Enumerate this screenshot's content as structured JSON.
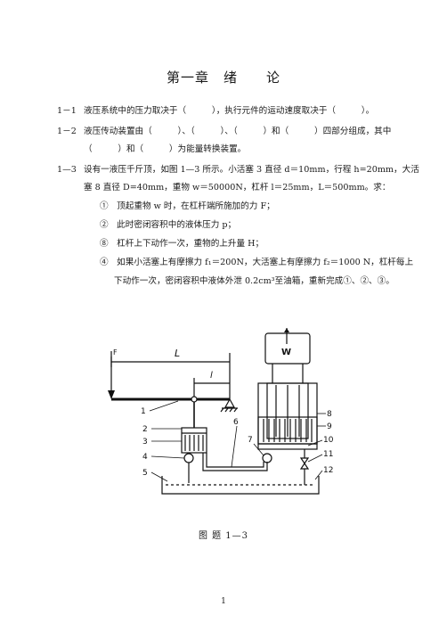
{
  "title": "第一章　绪　　论",
  "questions": [
    {
      "number": "1－1",
      "lines": [
        "液压系统中的压力取决于（　　　），执行元件的运动速度取决于（　　　）。"
      ]
    },
    {
      "number": "1－2",
      "lines": [
        "液压传动装置由（　　　）、（　　　）、（　　　）和（　　　）四部分组成，其中",
        "（　　　）和（　　　）为能量转换装置。"
      ]
    },
    {
      "number": "1—3",
      "lines": [
        "设有一液压千斤顶，如图 1—3 所示。小活塞 3 直径 d＝10mm，行程 h=20mm，大活",
        "塞 8 直径 D=40mm，重物 w＝50000N，杠杆 l＝25mm，L＝500mm。求："
      ],
      "items": [
        "①　顶起重物 w 时，在杠杆端所施加的力 F；",
        "②　此时密闭容积中的液体压力 p；",
        "⑧　杠杆上下动作一次，重物的上升量 H；",
        "④　如果小活塞上有摩擦力 f₁＝200N，大活塞上有摩擦力 f₂＝1000 N，杠杆每上",
        "下动作一次，密闭容积中液体外泄 0.2cm³至油箱，重新完成①、②、③。"
      ]
    }
  ],
  "figure": {
    "labels": {
      "F": "F",
      "L": "L",
      "l": "l",
      "W": "W",
      "n1": "1",
      "n2": "2",
      "n3": "3",
      "n4": "4",
      "n5": "5",
      "n6": "6",
      "n7": "7",
      "n8": "8",
      "n9": "9",
      "n10": "10",
      "n11": "11",
      "n12": "12"
    },
    "caption": "图 题 1—3"
  },
  "page_number": "1"
}
